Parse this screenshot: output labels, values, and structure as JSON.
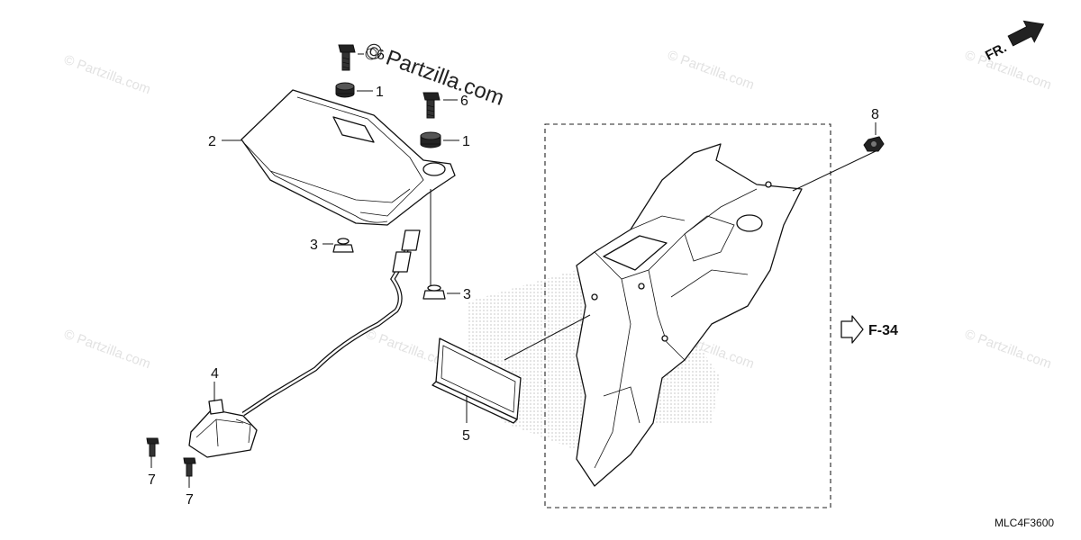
{
  "diagram": {
    "diagram_code": "MLC4F3600",
    "direction_label": "FR.",
    "reference_label": "F-34",
    "watermark_text": "© Partzilla.com",
    "watermark_overlay_text": "© Partzilla.com",
    "callouts": {
      "c1a": "1",
      "c1b": "1",
      "c2": "2",
      "c3a": "3",
      "c3b": "3",
      "c4": "4",
      "c5": "5",
      "c6a": "6",
      "c6b": "6",
      "c7a": "7",
      "c7b": "7",
      "c8": "8"
    }
  }
}
